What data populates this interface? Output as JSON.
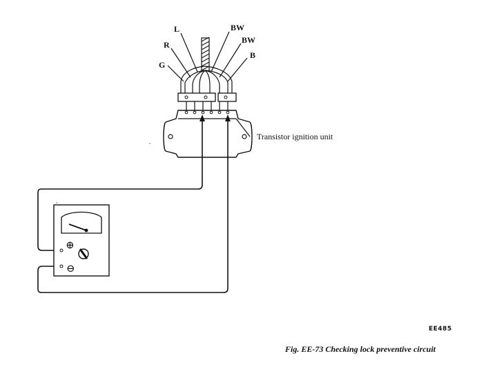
{
  "wire_labels": {
    "G": "G",
    "R": "R",
    "L": "L",
    "BW1": "BW",
    "BW2": "BW",
    "B": "B"
  },
  "unit_label": "Transistor ignition unit",
  "meter": {
    "plus_symbol": "⊕",
    "minus_symbol": "⊖"
  },
  "figure_code": "EE485",
  "caption": "Fig. EE-73  Checking lock preventive circuit"
}
